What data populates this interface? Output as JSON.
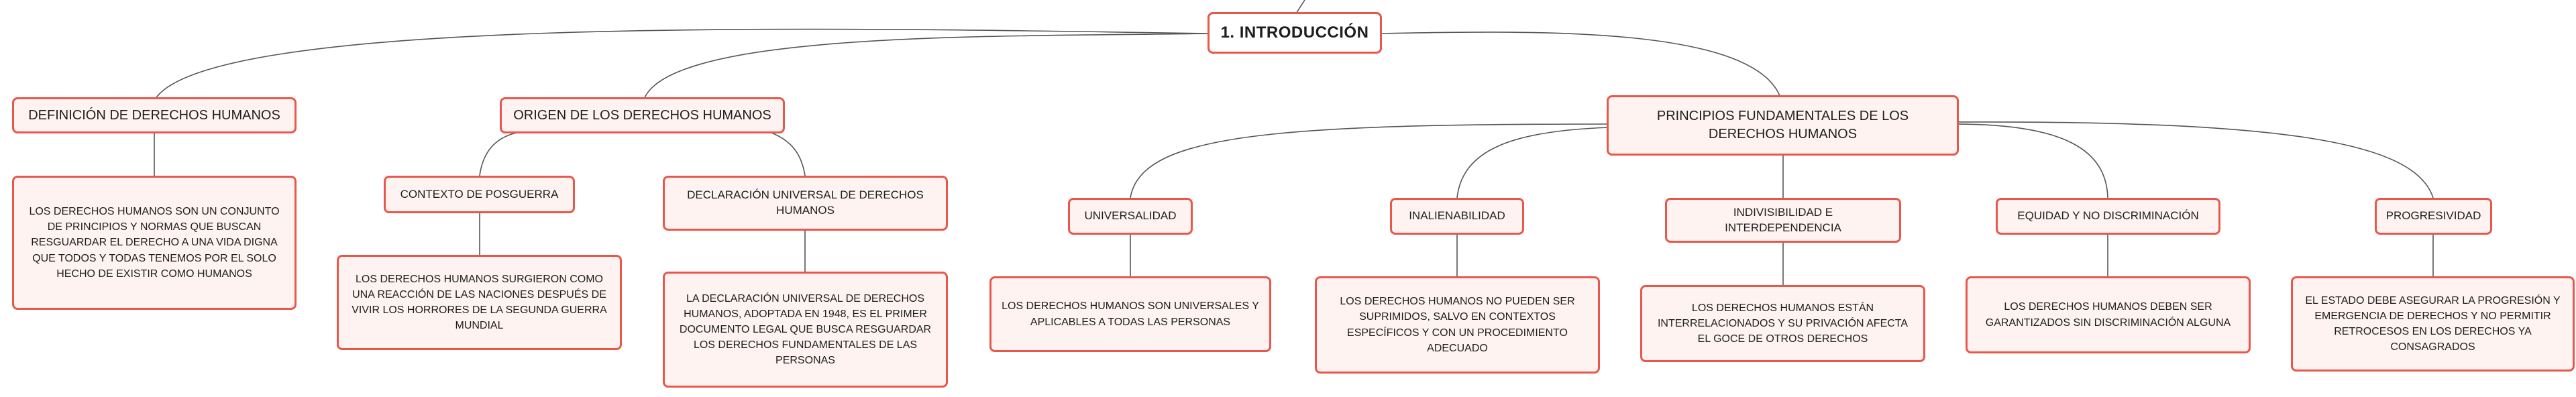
{
  "root": {
    "label": "1. INTRODUCCIÓN"
  },
  "branches": [
    {
      "label": "DEFINICIÓN DE DERECHOS HUMANOS",
      "detail": "LOS DERECHOS HUMANOS SON UN CONJUNTO DE PRINCIPIOS Y NORMAS QUE BUSCAN RESGUARDAR EL DERECHO A UNA VIDA DIGNA QUE TODOS Y TODAS TENEMOS POR EL SOLO HECHO DE EXISTIR COMO HUMANOS"
    },
    {
      "label": "ORIGEN DE LOS DERECHOS HUMANOS",
      "children": [
        {
          "label": "CONTEXTO DE POSGUERRA",
          "detail": "LOS DERECHOS HUMANOS SURGIERON COMO UNA REACCIÓN DE LAS NACIONES DESPUÉS DE VIVIR LOS HORRORES DE LA SEGUNDA GUERRA MUNDIAL"
        },
        {
          "label": "DECLARACIÓN UNIVERSAL DE DERECHOS HUMANOS",
          "detail": "LA DECLARACIÓN UNIVERSAL DE DERECHOS HUMANOS, ADOPTADA EN 1948, ES EL PRIMER DOCUMENTO LEGAL QUE BUSCA RESGUARDAR LOS DERECHOS FUNDAMENTALES DE LAS PERSONAS"
        }
      ]
    },
    {
      "label": "PRINCIPIOS FUNDAMENTALES DE LOS DERECHOS HUMANOS",
      "children": [
        {
          "label": "UNIVERSALIDAD",
          "detail": "LOS DERECHOS HUMANOS SON UNIVERSALES Y APLICABLES A TODAS LAS PERSONAS"
        },
        {
          "label": "INALIENABILIDAD",
          "detail": "LOS DERECHOS HUMANOS NO PUEDEN SER SUPRIMIDOS, SALVO EN CONTEXTOS ESPECÍFICOS Y CON UN PROCEDIMIENTO ADECUADO"
        },
        {
          "label": "INDIVISIBILIDAD E INTERDEPENDENCIA",
          "detail": "LOS DERECHOS HUMANOS ESTÁN INTERRELACIONADOS Y SU PRIVACIÓN AFECTA EL GOCE DE OTROS DERECHOS"
        },
        {
          "label": "EQUIDAD Y NO DISCRIMINACIÓN",
          "detail": "LOS DERECHOS HUMANOS DEBEN SER GARANTIZADOS SIN DISCRIMINACIÓN ALGUNA"
        },
        {
          "label": "PROGRESIVIDAD",
          "detail": "EL ESTADO DEBE ASEGURAR LA PROGRESIÓN Y EMERGENCIA DE DERECHOS Y NO PERMITIR RETROCESOS EN LOS DERECHOS YA CONSAGRADOS"
        }
      ]
    }
  ],
  "colors": {
    "border": "#e8584a",
    "fill": "#fff3f1",
    "connector": "#555555"
  }
}
